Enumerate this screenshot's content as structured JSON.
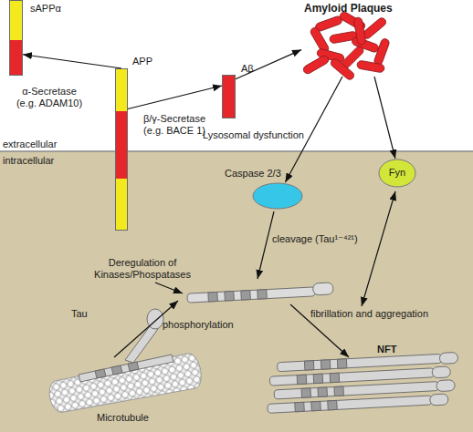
{
  "diagram": {
    "nodes": [
      {
        "text": [
          "sAPPα"
        ]
      },
      {
        "text": [
          "APP"
        ]
      },
      {
        "text": [
          "Aβ"
        ]
      },
      {
        "text": [
          "Amyloid Plaques"
        ]
      },
      {
        "text": [
          "Caspase 2/3"
        ]
      },
      {
        "text": [
          "Fyn"
        ]
      },
      {
        "text": [
          "Tau"
        ]
      },
      {
        "text": [
          "Microtubule"
        ]
      },
      {
        "text": [
          "NFT"
        ]
      }
    ],
    "edges": [
      {
        "from": 1,
        "to": 0,
        "arrow": "to",
        "label": "α-Secretase (e.g. ADAM10)"
      },
      {
        "from": 1,
        "to": 2,
        "arrow": "to",
        "label": "β/γ-Secretase (e.g. BACE 1)"
      },
      {
        "from": 2,
        "to": 3,
        "arrow": "to"
      },
      {
        "from": 3,
        "to": 4,
        "arrow": "to",
        "label": "Lysosomal dysfunction"
      },
      {
        "from": 3,
        "to": 5,
        "arrow": "to"
      }
    ],
    "labels": [
      "extracellular",
      "intracellular",
      "cleavage (Tau¹⁻⁴²¹)",
      "Deregulation of Kinases/Phospatases",
      "phosphorylation",
      "fibrillation and aggregation"
    ]
  }
}
